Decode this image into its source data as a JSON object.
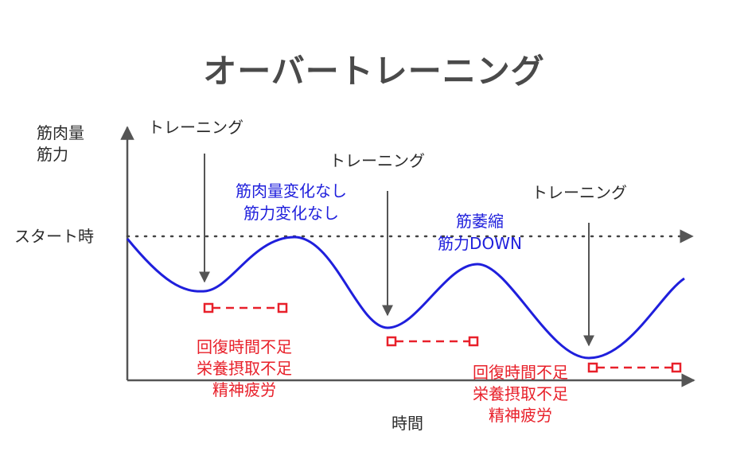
{
  "title": "オーバートレーニング",
  "y_axis_label_line1": "筋肉量",
  "y_axis_label_line2": "筋力",
  "start_label": "スタート時",
  "x_axis_label": "時間",
  "training_labels": [
    "トレーニング",
    "トレーニング",
    "トレーニング"
  ],
  "note_no_change_line1": "筋肉量変化なし",
  "note_no_change_line2": "筋力変化なし",
  "note_atrophy_line1": "筋萎縮",
  "note_atrophy_line2": "筋力DOWN",
  "cause_notes": [
    {
      "line1": "回復時間不足",
      "line2": "栄養摂取不足",
      "line3": "精神疲労"
    },
    {
      "line1": "回復時間不足",
      "line2": "栄養摂取不足",
      "line3": "精神疲労"
    }
  ],
  "colors": {
    "text": "#2b2b2b",
    "title": "#4a4a4a",
    "axis": "#555555",
    "curve": "#1f1fdc",
    "blue_text": "#1f1fdc",
    "red": "#e8202a"
  }
}
